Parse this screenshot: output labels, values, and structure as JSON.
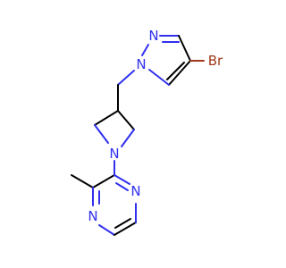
{
  "molecule": {
    "atoms": {
      "pyrazole_n2": "N",
      "pyrazole_n1": "N",
      "bromine": "Br",
      "azetidine_n": "N",
      "pyrazine_n4": "N",
      "pyrazine_n1": "N"
    },
    "colors": {
      "bond": "#000000",
      "nitrogen": "#3030ee",
      "bromine": "#a0391a",
      "background": "#ffffff"
    }
  }
}
